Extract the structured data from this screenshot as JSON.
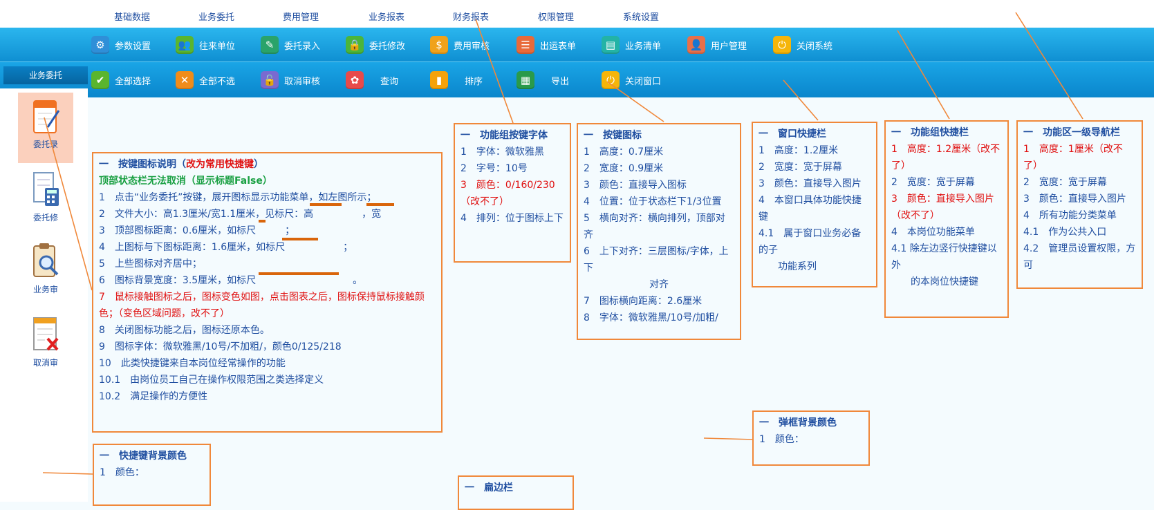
{
  "top_nav": [
    "基础数据",
    "业务委托",
    "费用管理",
    "业务报表",
    "财务报表",
    "权限管理",
    "系统设置"
  ],
  "toolbar1": [
    {
      "label": "参数设置",
      "icon": "gear-icon",
      "color": "#2f8fd8"
    },
    {
      "label": "往来单位",
      "icon": "people-icon",
      "color": "#5ab52e"
    },
    {
      "label": "委托录入",
      "icon": "edit-icon",
      "color": "#2aa36a"
    },
    {
      "label": "委托修改",
      "icon": "lock-icon",
      "color": "#4bb53a"
    },
    {
      "label": "费用审核",
      "icon": "money-bag-icon",
      "color": "#f0a21a"
    },
    {
      "label": "出运表单",
      "icon": "list-icon",
      "color": "#e86a3a"
    },
    {
      "label": "业务清单",
      "icon": "clipboard-icon",
      "color": "#23b3a6"
    },
    {
      "label": "用户管理",
      "icon": "users-icon",
      "color": "#e8704a"
    },
    {
      "label": "关闭系统",
      "icon": "power-icon",
      "color": "#f5b50a"
    }
  ],
  "toolbar2": [
    {
      "label": "全部选择",
      "icon": "check-icon",
      "color": "#5ab52e"
    },
    {
      "label": "全部不选",
      "icon": "x-icon",
      "color": "#f08c1a"
    },
    {
      "label": "取消审核",
      "icon": "unlock-icon",
      "color": "#7a6ad0"
    },
    {
      "label": "查询",
      "icon": "paw-icon",
      "color": "#e84a4a"
    },
    {
      "label": "排序",
      "icon": "bar-chart-icon",
      "color": "#f5a20a"
    },
    {
      "label": "导出",
      "icon": "spreadsheet-icon",
      "color": "#2a9a4a"
    },
    {
      "label": "关闭窗口",
      "icon": "power-icon",
      "color": "#f5b50a"
    }
  ],
  "tab_label": "业务委托",
  "sidebar": [
    {
      "label": "委托录",
      "icon": "notebook-pen-icon",
      "active": true
    },
    {
      "label": "委托修",
      "icon": "document-calculator-icon",
      "active": false
    },
    {
      "label": "业务审",
      "icon": "clipboard-magnifier-icon",
      "active": false
    },
    {
      "label": "取消审",
      "icon": "document-x-icon",
      "active": false
    }
  ],
  "note_main": {
    "title_prefix": "一　按键图标说明（",
    "title_red": "改为常用快捷键",
    "title_close": "）",
    "title_green": "顶部状态栏无法取消（显示标题False）",
    "lines": [
      {
        "text": "1　点击“业务委托”按键，展开图标显示功能菜单，如左图所示；",
        "color": "blue"
      },
      {
        "text": "2　文件大小：高1.3厘米/宽1.1厘米，见标尺：高　　　　　，宽",
        "color": "blue"
      },
      {
        "text": "3　顶部图标距离：0.6厘米，如标尺　　　；",
        "color": "blue"
      },
      {
        "text": "4　上图标与下图标距离：1.6厘米，如标尺　　　　　　；",
        "color": "blue"
      },
      {
        "text": "5　上些图标对齐居中；",
        "color": "blue"
      },
      {
        "text": "6　图标背景宽度：3.5厘米，如标尺　　　　　　　　　　。",
        "color": "blue"
      },
      {
        "text": "7　鼠标接触图标之后，图标变色如图，点击图表之后，图标保持鼠标接触颜色；（变色区域问题，改不了）",
        "color": "red"
      },
      {
        "text": "8　关闭图标功能之后，图标还原本色。",
        "color": "blue"
      },
      {
        "text": "9　图标字体：微软雅黑/10号/不加粗/，颜色0/125/218",
        "color": "blue"
      },
      {
        "text": "10　此类快捷键来自本岗位经常操作的功能",
        "color": "blue"
      },
      {
        "text": "10.1　由岗位员工自己在操作权限范围之类选择定义",
        "color": "blue"
      },
      {
        "text": "10.2　满足操作的方便性",
        "color": "blue"
      }
    ]
  },
  "note_font": {
    "title": "一　功能组按键字体",
    "lines": [
      {
        "text": "1　字体：微软雅黑",
        "color": "blue"
      },
      {
        "text": "2　字号：10号",
        "color": "blue"
      },
      {
        "text": "3　颜色：0/160/230（改不了）",
        "color": "red"
      },
      {
        "text": "4　排列：位于图标上下",
        "color": "blue"
      }
    ]
  },
  "note_icon": {
    "title": "一　按键图标",
    "lines": [
      {
        "text": "1　高度：0.7厘米",
        "color": "blue"
      },
      {
        "text": "2　宽度：0.9厘米",
        "color": "blue"
      },
      {
        "text": "3　颜色：直接导入图标",
        "color": "blue"
      },
      {
        "text": "4　位置：位于状态栏下1/3位置",
        "color": "blue"
      },
      {
        "text": "5　横向对齐：横向排列，顶部对齐",
        "color": "blue"
      },
      {
        "text": "6　上下对齐：三层图标/字体，上下",
        "color": "blue"
      },
      {
        "text": "对齐",
        "color": "blue",
        "center": true
      },
      {
        "text": "7　图标横向距离：2.6厘米",
        "color": "blue"
      },
      {
        "text": "8　字体：微软雅黑/10号/加粗/",
        "color": "blue"
      }
    ]
  },
  "note_window": {
    "title": "一　窗口快捷栏",
    "lines": [
      {
        "text": "1　高度：1.2厘米",
        "color": "blue"
      },
      {
        "text": "2　宽度：宽于屏幕",
        "color": "blue"
      },
      {
        "text": "3　颜色：直接导入图片",
        "color": "blue"
      },
      {
        "text": "4　本窗口具体功能快捷键",
        "color": "blue"
      },
      {
        "text": "4.1　属于窗口业务必备的子",
        "color": "blue"
      },
      {
        "text": "　　功能系列",
        "color": "blue"
      }
    ]
  },
  "note_group": {
    "title": "一　功能组快捷栏",
    "lines": [
      {
        "text": "1　高度：1.2厘米（改不了）",
        "color": "red"
      },
      {
        "text": "2　宽度：宽于屏幕",
        "color": "blue"
      },
      {
        "text": "3　颜色：直接导入图片（改不了）",
        "color": "red"
      },
      {
        "text": "4　本岗位功能菜单",
        "color": "blue"
      },
      {
        "text": "4.1 除左边竖行快捷键以外",
        "color": "blue"
      },
      {
        "text": "　　的本岗位快捷键",
        "color": "blue"
      }
    ]
  },
  "note_nav": {
    "title": "一　功能区一级导航栏",
    "lines": [
      {
        "text": "1　高度：1厘米（改不了）",
        "color": "red"
      },
      {
        "text": "2　宽度：宽于屏幕",
        "color": "blue"
      },
      {
        "text": "3　颜色：直接导入图片",
        "color": "blue"
      },
      {
        "text": "4　所有功能分类菜单",
        "color": "blue"
      },
      {
        "text": "4.1　作为公共入口",
        "color": "blue"
      },
      {
        "text": "4.2　管理员设置权限，方可",
        "color": "blue"
      }
    ]
  },
  "note_popup": {
    "title": "一　弹框背景颜色",
    "lines": [
      {
        "text": "1　颜色：",
        "color": "blue"
      }
    ]
  },
  "note_shortcut_bg": {
    "title": "一　快捷键背景颜色",
    "lines": [
      {
        "text": "1　颜色：",
        "color": "blue"
      }
    ]
  },
  "note_border": {
    "title": "一　扁边栏",
    "lines": []
  },
  "colors": {
    "accent": "#1f4ea0",
    "note_border": "#f0883a",
    "toolbar": "#0f8fd2",
    "red": "#e01010",
    "green": "#1aa043",
    "highlight": "#fbd0bd"
  }
}
